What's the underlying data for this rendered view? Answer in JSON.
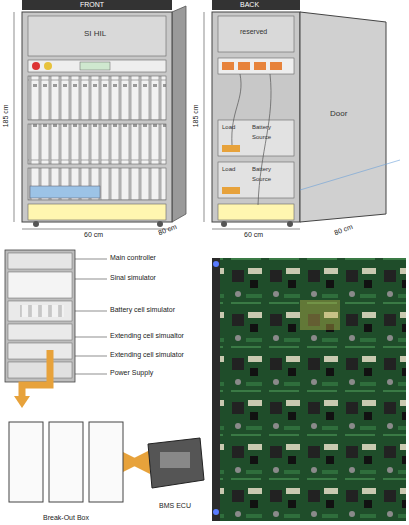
{
  "diagram": {
    "nodes": [
      {
        "text": [
          "Break-Out Box"
        ]
      },
      {
        "text": [
          "BMS ECU"
        ]
      }
    ],
    "edges": [
      {
        "from": 0,
        "to": 1,
        "arrow": "both"
      }
    ],
    "labels": [
      "FRONT",
      "BACK",
      "SI HIL",
      "185 cm",
      "60 cm",
      "80 cm",
      "185 cm",
      "60 cm",
      "80 cm",
      "reserved",
      "Door",
      "Load",
      "Battery",
      "Source",
      "Load",
      "Battery",
      "Source",
      "Main controller",
      "Sinal simulator",
      "Battery cell simulator",
      "Extending cell simualtor",
      "Extending cell simulator",
      "Power Supply"
    ]
  }
}
